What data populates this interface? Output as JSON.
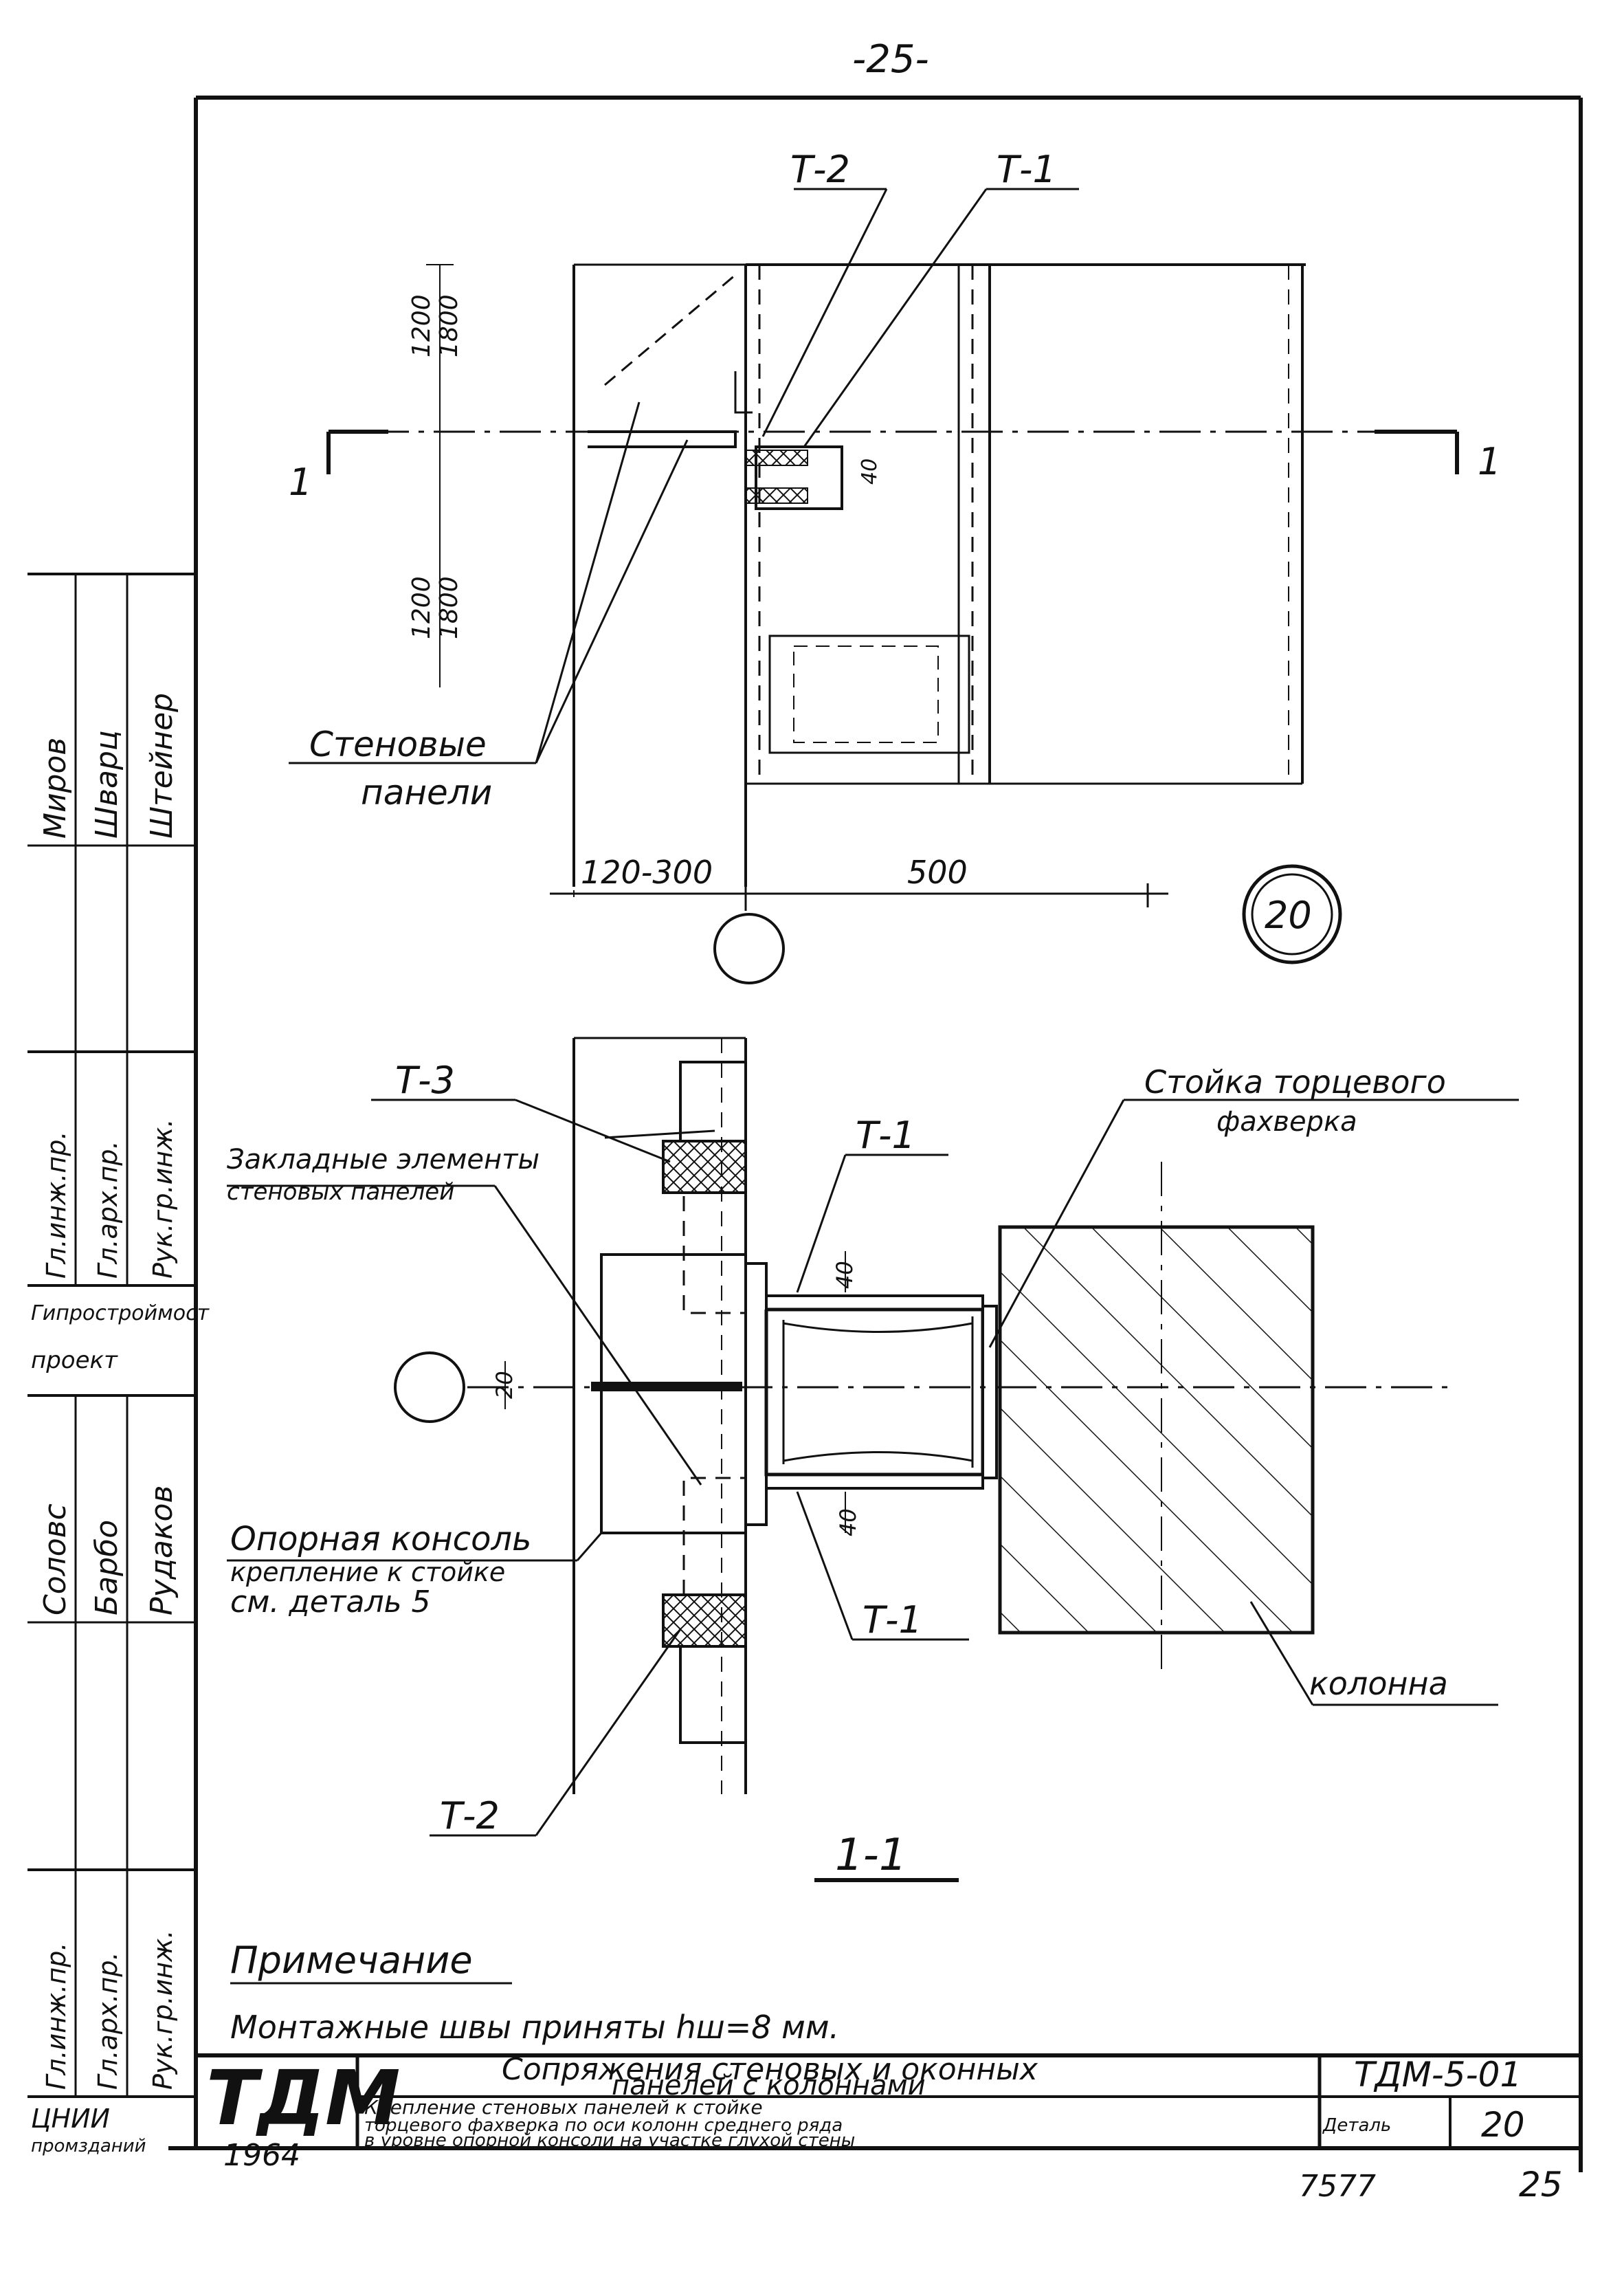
{
  "page_number_top": "-25-",
  "detail_number_circle": "20",
  "section_marks": {
    "left": "1",
    "right": "1"
  },
  "top_view": {
    "callouts": [
      "Т-2",
      "Т-1"
    ],
    "dim_vertical_upper": [
      "1200",
      "1800"
    ],
    "dim_vertical_lower": [
      "1200",
      "1800"
    ],
    "dim_small": "40",
    "dim_width_left": "120-300",
    "dim_width_right": "500",
    "label_wall_panels_line1": "Стеновые",
    "label_wall_panels_line2": "панели"
  },
  "section_view": {
    "callout_t3": "Т-3",
    "callout_t1_top": "Т-1",
    "callout_t1_bottom": "Т-1",
    "callout_t2": "Т-2",
    "embedded_line1": "Закладные элементы",
    "embedded_line2": "стеновых панелей",
    "end_post_line1": "Стойка торцевого",
    "end_post_line2": "фахверка",
    "support_line1": "Опорная консоль",
    "support_line2": "крепление к стойке",
    "support_line3": "см. деталь 5",
    "column_label": "колонна",
    "dim_40_top": "40",
    "dim_40_bottom": "40",
    "dim_20": "20",
    "section_label": "1-1"
  },
  "note": {
    "title": "Примечание",
    "text": "Монтажные швы приняты hш=8 мм."
  },
  "left_stamp": {
    "rows_top": [
      "Миров",
      "Шварц",
      "Штейнер"
    ],
    "roles_top": [
      "Гл.инж.пр.",
      "Гл.арх.пр.",
      "Рук.гр.инж."
    ],
    "org_line1": "Гипростроймост",
    "org_line2": "проект",
    "rows_bottom": [
      "Соловс",
      "Барбо",
      "Рудаков"
    ],
    "roles_bottom": [
      "Гл.инж.пр.",
      "Гл.арх.пр.",
      "Рук.гр.инж."
    ],
    "org_bottom_line1": "ЦНИИ",
    "org_bottom_line2": "промзданий"
  },
  "title_block": {
    "logo": "ТДМ",
    "year": "1964",
    "title_line1": "Сопряжения стеновых и оконных",
    "title_line2": "панелей с колоннами",
    "subtitle_line1": "Крепление стеновых панелей к стойке",
    "subtitle_line2": "торцевого фахверка по оси колонн среднего ряда",
    "subtitle_line3": "в уровне опорной консоли на участке глухой стены",
    "code": "ТДМ-5-01",
    "detail_label": "Деталь",
    "detail_value": "20"
  },
  "footer": {
    "sheet_code": "7577",
    "page": "25"
  }
}
